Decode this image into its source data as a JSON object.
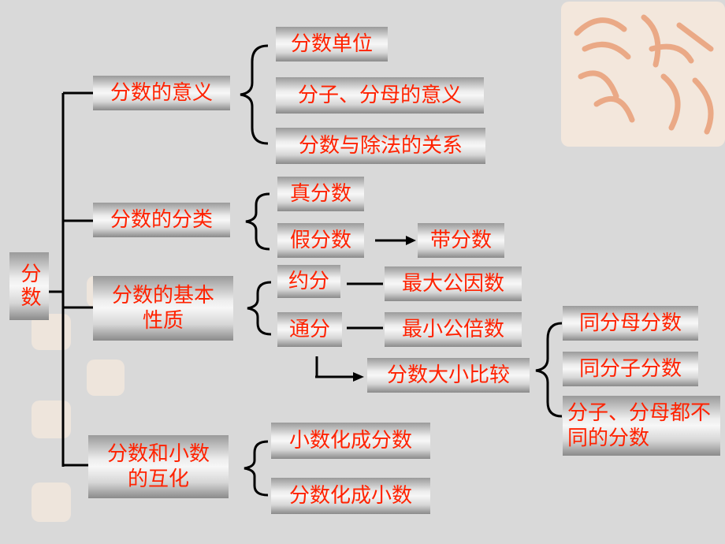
{
  "root": "分数",
  "level1": {
    "meaning": "分数的意义",
    "classify": "分数的分类",
    "property": "分数的基本性质",
    "convert": "分数和小数的互化"
  },
  "meaning_items": [
    "分数单位",
    "分子、分母的意义",
    "分数与除法的关系"
  ],
  "classify_items": [
    "真分数",
    "假分数",
    "带分数"
  ],
  "property_items": {
    "yuefen": "约分",
    "gcf": "最大公因数",
    "tongfen": "通分",
    "lcm": "最小公倍数",
    "compare": "分数大小比较"
  },
  "compare_items": [
    "同分母分数",
    "同分子分数",
    "分子、分母都不同的分数"
  ],
  "convert_items": [
    "小数化成分数",
    "分数化成小数"
  ],
  "colors": {
    "text": "#ff2200",
    "background": "#d9d9d9",
    "line": "#000000"
  }
}
